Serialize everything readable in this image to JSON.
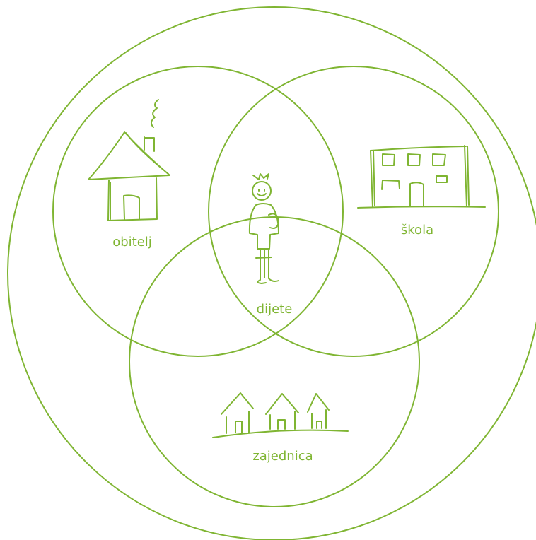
{
  "colors": {
    "line": "#7fb532",
    "text": "#7fb532"
  },
  "labels": {
    "family": "obitelj",
    "school": "škola",
    "child": "dijete",
    "community": "zajednica"
  },
  "icons": {
    "family": "house-icon",
    "school": "school-building-icon",
    "child": "child-icon",
    "community": "village-houses-icon"
  }
}
